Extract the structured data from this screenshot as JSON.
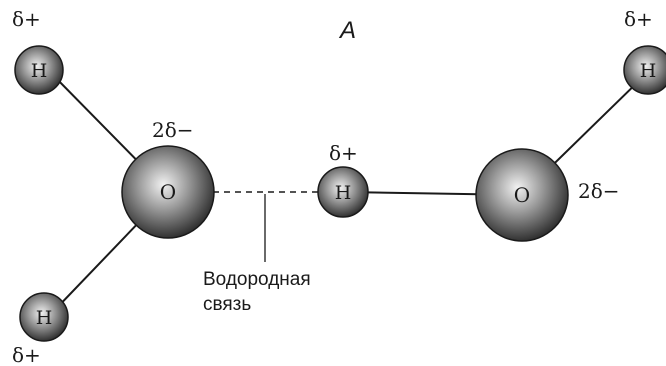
{
  "figure": {
    "panel_letter": "A",
    "bond_label_line1": "Водородная",
    "bond_label_line2": "связь"
  },
  "atoms": {
    "hydrogen_symbol": "H",
    "oxygen_symbol": "O",
    "hydrogen_charge": "δ+",
    "oxygen_charge": "2δ−"
  },
  "colors": {
    "bond": "#1a1a1a",
    "atom_light": "#f2f2f2",
    "atom_mid": "#8a8a8a",
    "atom_dark": "#2b2b2b"
  }
}
